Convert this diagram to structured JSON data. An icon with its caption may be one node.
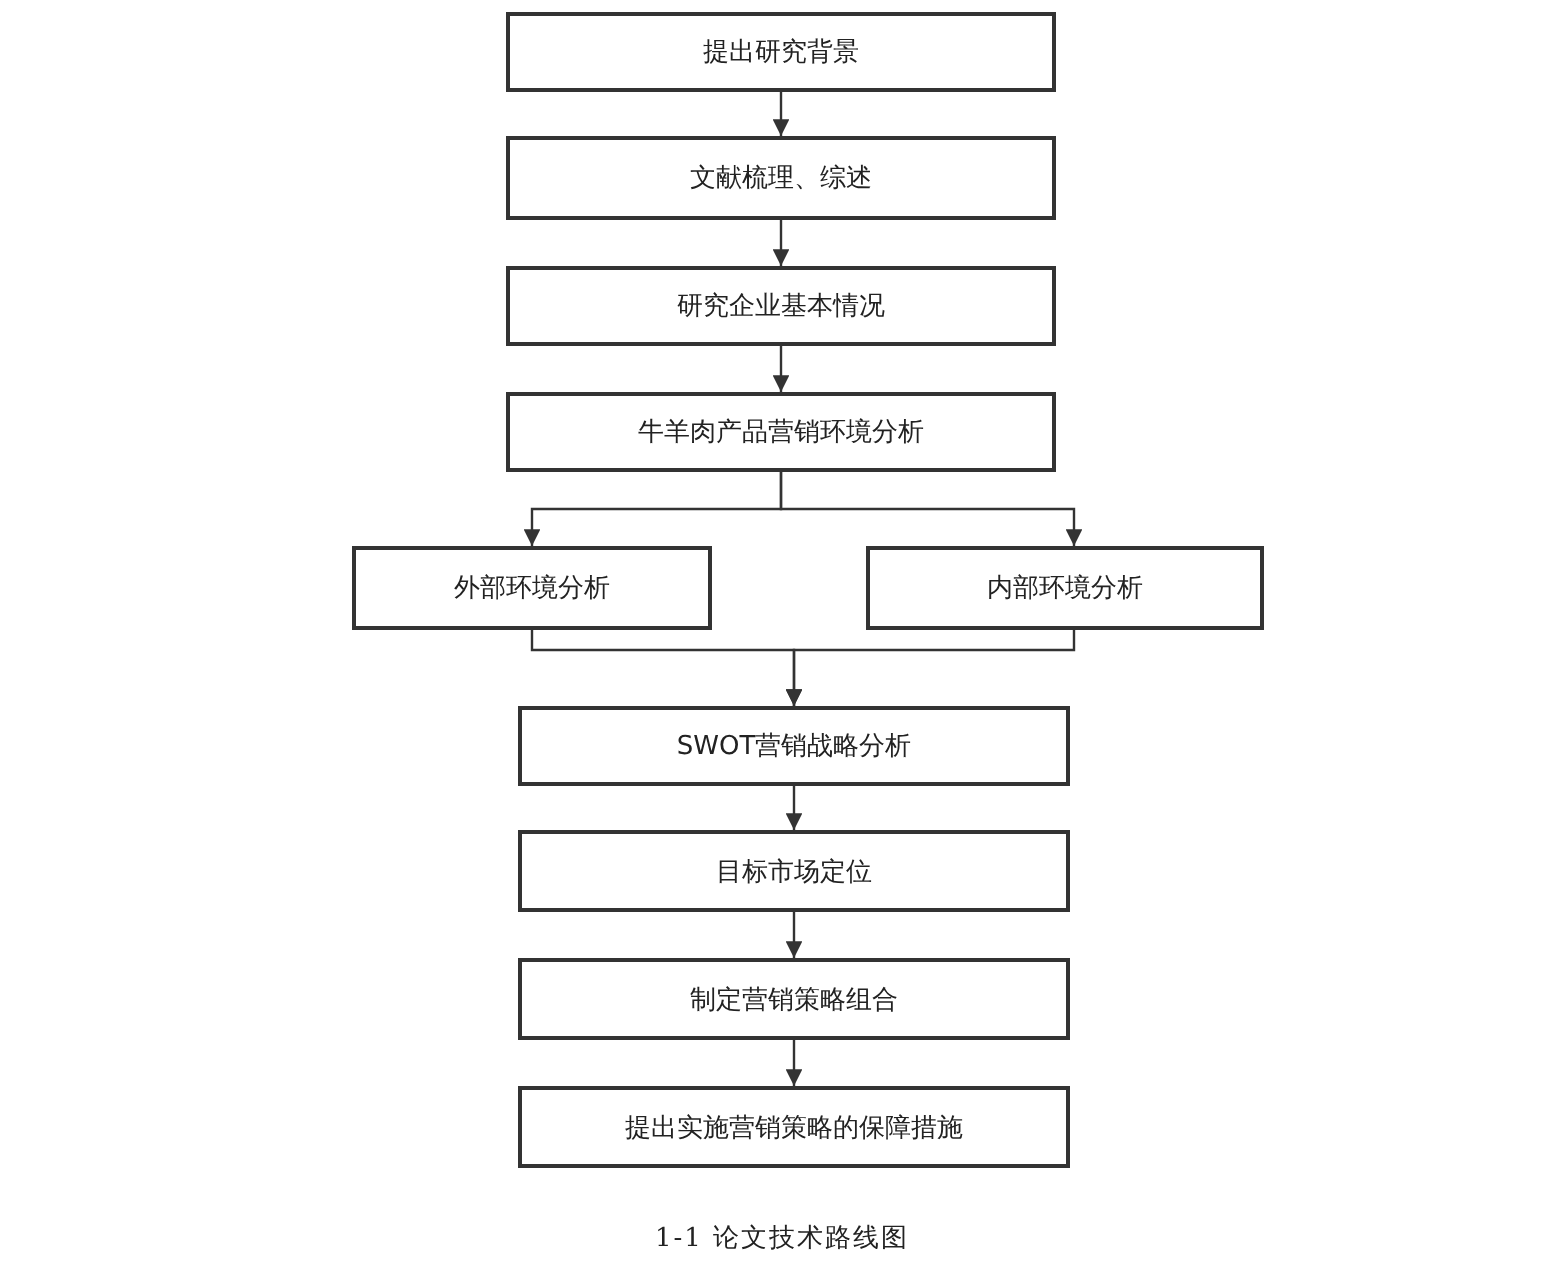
{
  "diagram": {
    "caption": "1-1 论文技术路线图",
    "nodes": [
      {
        "text": [
          "提出研究背景"
        ]
      },
      {
        "text": [
          "文献梳理、综述"
        ]
      },
      {
        "text": [
          "研究企业基本情况"
        ]
      },
      {
        "text": [
          "牛羊肉产品营销环境分析"
        ]
      },
      {
        "text": [
          "外部环境分析"
        ]
      },
      {
        "text": [
          "内部环境分析"
        ]
      },
      {
        "text": [
          "SWOT营销战略分析"
        ]
      },
      {
        "text": [
          "目标市场定位"
        ]
      },
      {
        "text": [
          "制定营销策略组合"
        ]
      },
      {
        "text": [
          "提出实施营销策略的保障措施"
        ]
      }
    ],
    "edges": [
      {
        "from": 0,
        "to": 1,
        "arrow": "to"
      },
      {
        "from": 1,
        "to": 2,
        "arrow": "to"
      },
      {
        "from": 2,
        "to": 3,
        "arrow": "to"
      },
      {
        "from": 3,
        "to": 4,
        "arrow": "to"
      },
      {
        "from": 3,
        "to": 5,
        "arrow": "to"
      },
      {
        "from": 4,
        "to": 6,
        "arrow": "to"
      },
      {
        "from": 5,
        "to": 6,
        "arrow": "to"
      },
      {
        "from": 6,
        "to": 7,
        "arrow": "to"
      },
      {
        "from": 7,
        "to": 8,
        "arrow": "to"
      },
      {
        "from": 8,
        "to": 9,
        "arrow": "to"
      }
    ]
  }
}
